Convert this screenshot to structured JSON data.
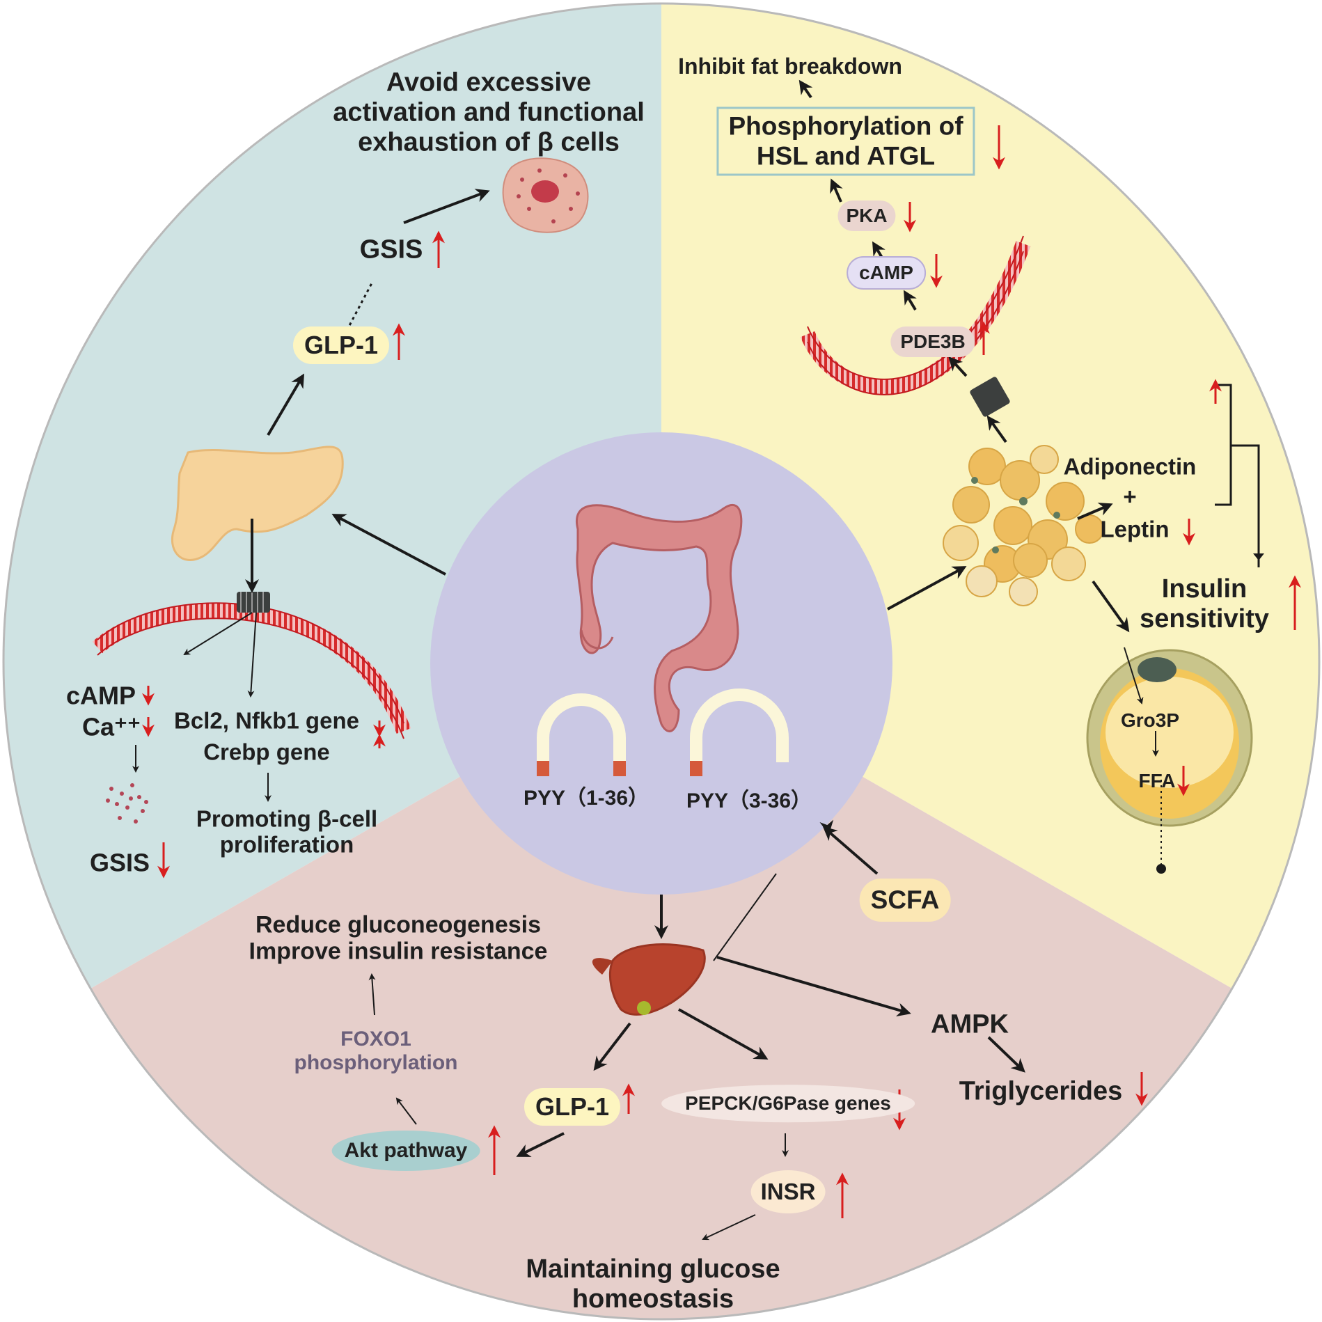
{
  "colors": {
    "teal_sector": "#cfe3e3",
    "yellow_sector": "#faf4c2",
    "rose_sector": "#e6cfcb",
    "center_circle": "#cac8e4",
    "membrane": "#d62b2b",
    "arrow_black": "#1a1a1a",
    "arrow_red": "#d81e1e",
    "pill_yellow": "#fdf5c0",
    "pill_rose": "#ead5cf",
    "pill_lavender": "#e5e0f4",
    "pill_teal": "#a9cfcf",
    "foxo1_text": "#6b5f7a"
  },
  "icons": [
    "colon-icon",
    "pancreas-icon",
    "beta-cell-icon",
    "adipocyte-cluster-icon",
    "fat-cell-icon",
    "liver-icon",
    "membrane-receptor-icon",
    "peptide-hairpin-icon",
    "granules-icon"
  ],
  "center": {
    "pyy_full": "PYY（1-36）",
    "pyy_short": "PYY（3-36）"
  },
  "pancreas": {
    "avoid": "Avoid excessive\nactivation and functional\nexhaustion of β cells",
    "gsis_top": "GSIS",
    "glp1": "GLP-1",
    "camp": "cAMP",
    "ca": "Ca⁺⁺",
    "genes_1": "Bcl2, Nfkb1 gene",
    "genes_2": "Crebp gene",
    "proliferation": "Promoting β-cell\nproliferation",
    "gsis_bottom": "GSIS"
  },
  "adipose": {
    "inhibit": "Inhibit fat breakdown",
    "phos": "Phosphorylation of\nHSL and ATGL",
    "pka": "PKA",
    "camp": "cAMP",
    "pde3b": "PDE3B",
    "adiponectin": "Adiponectin",
    "plus": "+",
    "leptin": "Leptin",
    "insulin": "Insulin\nsensitivity",
    "gro3p": "Gro3P",
    "ffa": "FFA"
  },
  "liver": {
    "scfa": "SCFA",
    "reduce": "Reduce gluconeogenesis\nImprove insulin resistance",
    "foxo1": "FOXO1\nphosphorylation",
    "akt": "Akt pathway",
    "glp1": "GLP-1",
    "pepck": "PEPCK/G6Pase\ngenes",
    "insr": "INSR",
    "ampk": "AMPK",
    "triglycerides": "Triglycerides",
    "maintaining": "Maintaining glucose\nhomeostasis"
  }
}
